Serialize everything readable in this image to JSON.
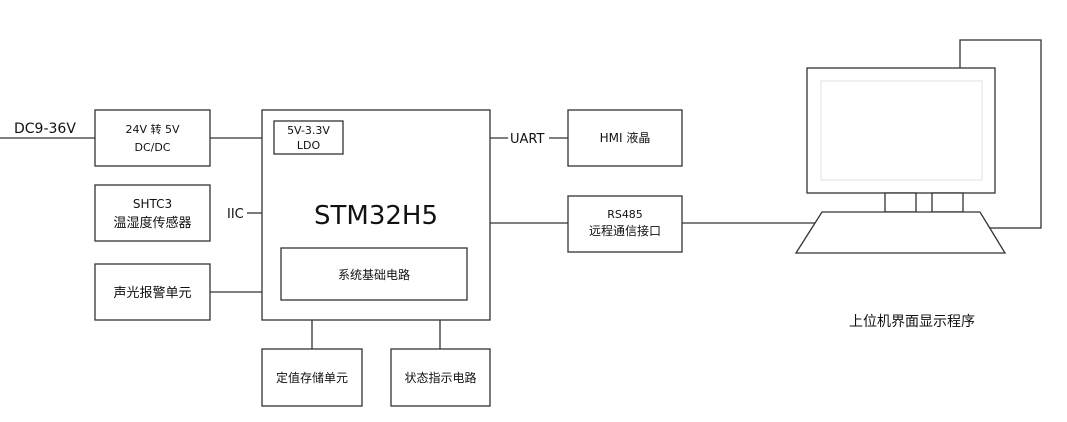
{
  "input": {
    "label": "DC9-36V"
  },
  "dcdc": {
    "line1": "24V 转 5V",
    "line2": "DC/DC"
  },
  "sensor": {
    "line1": "SHTC3",
    "line2": "温湿度传感器"
  },
  "alarm": {
    "label": "声光报警单元"
  },
  "mcu": {
    "title": "STM32H5"
  },
  "ldo": {
    "line1": "5V-3.3V",
    "line2": "LDO"
  },
  "base_circuit": {
    "label": "系统基础电路"
  },
  "storage": {
    "label": "定值存储单元"
  },
  "status_circuit": {
    "label": "状态指示电路"
  },
  "hmi": {
    "label": "HMI 液晶"
  },
  "rs485": {
    "line1": "RS485",
    "line2": "远程通信接口"
  },
  "links": {
    "uart": "UART",
    "iic": "IIC"
  },
  "host": {
    "label": "上位机界面显示程序"
  },
  "colors": {
    "line": "#333333",
    "background": "#ffffff"
  }
}
